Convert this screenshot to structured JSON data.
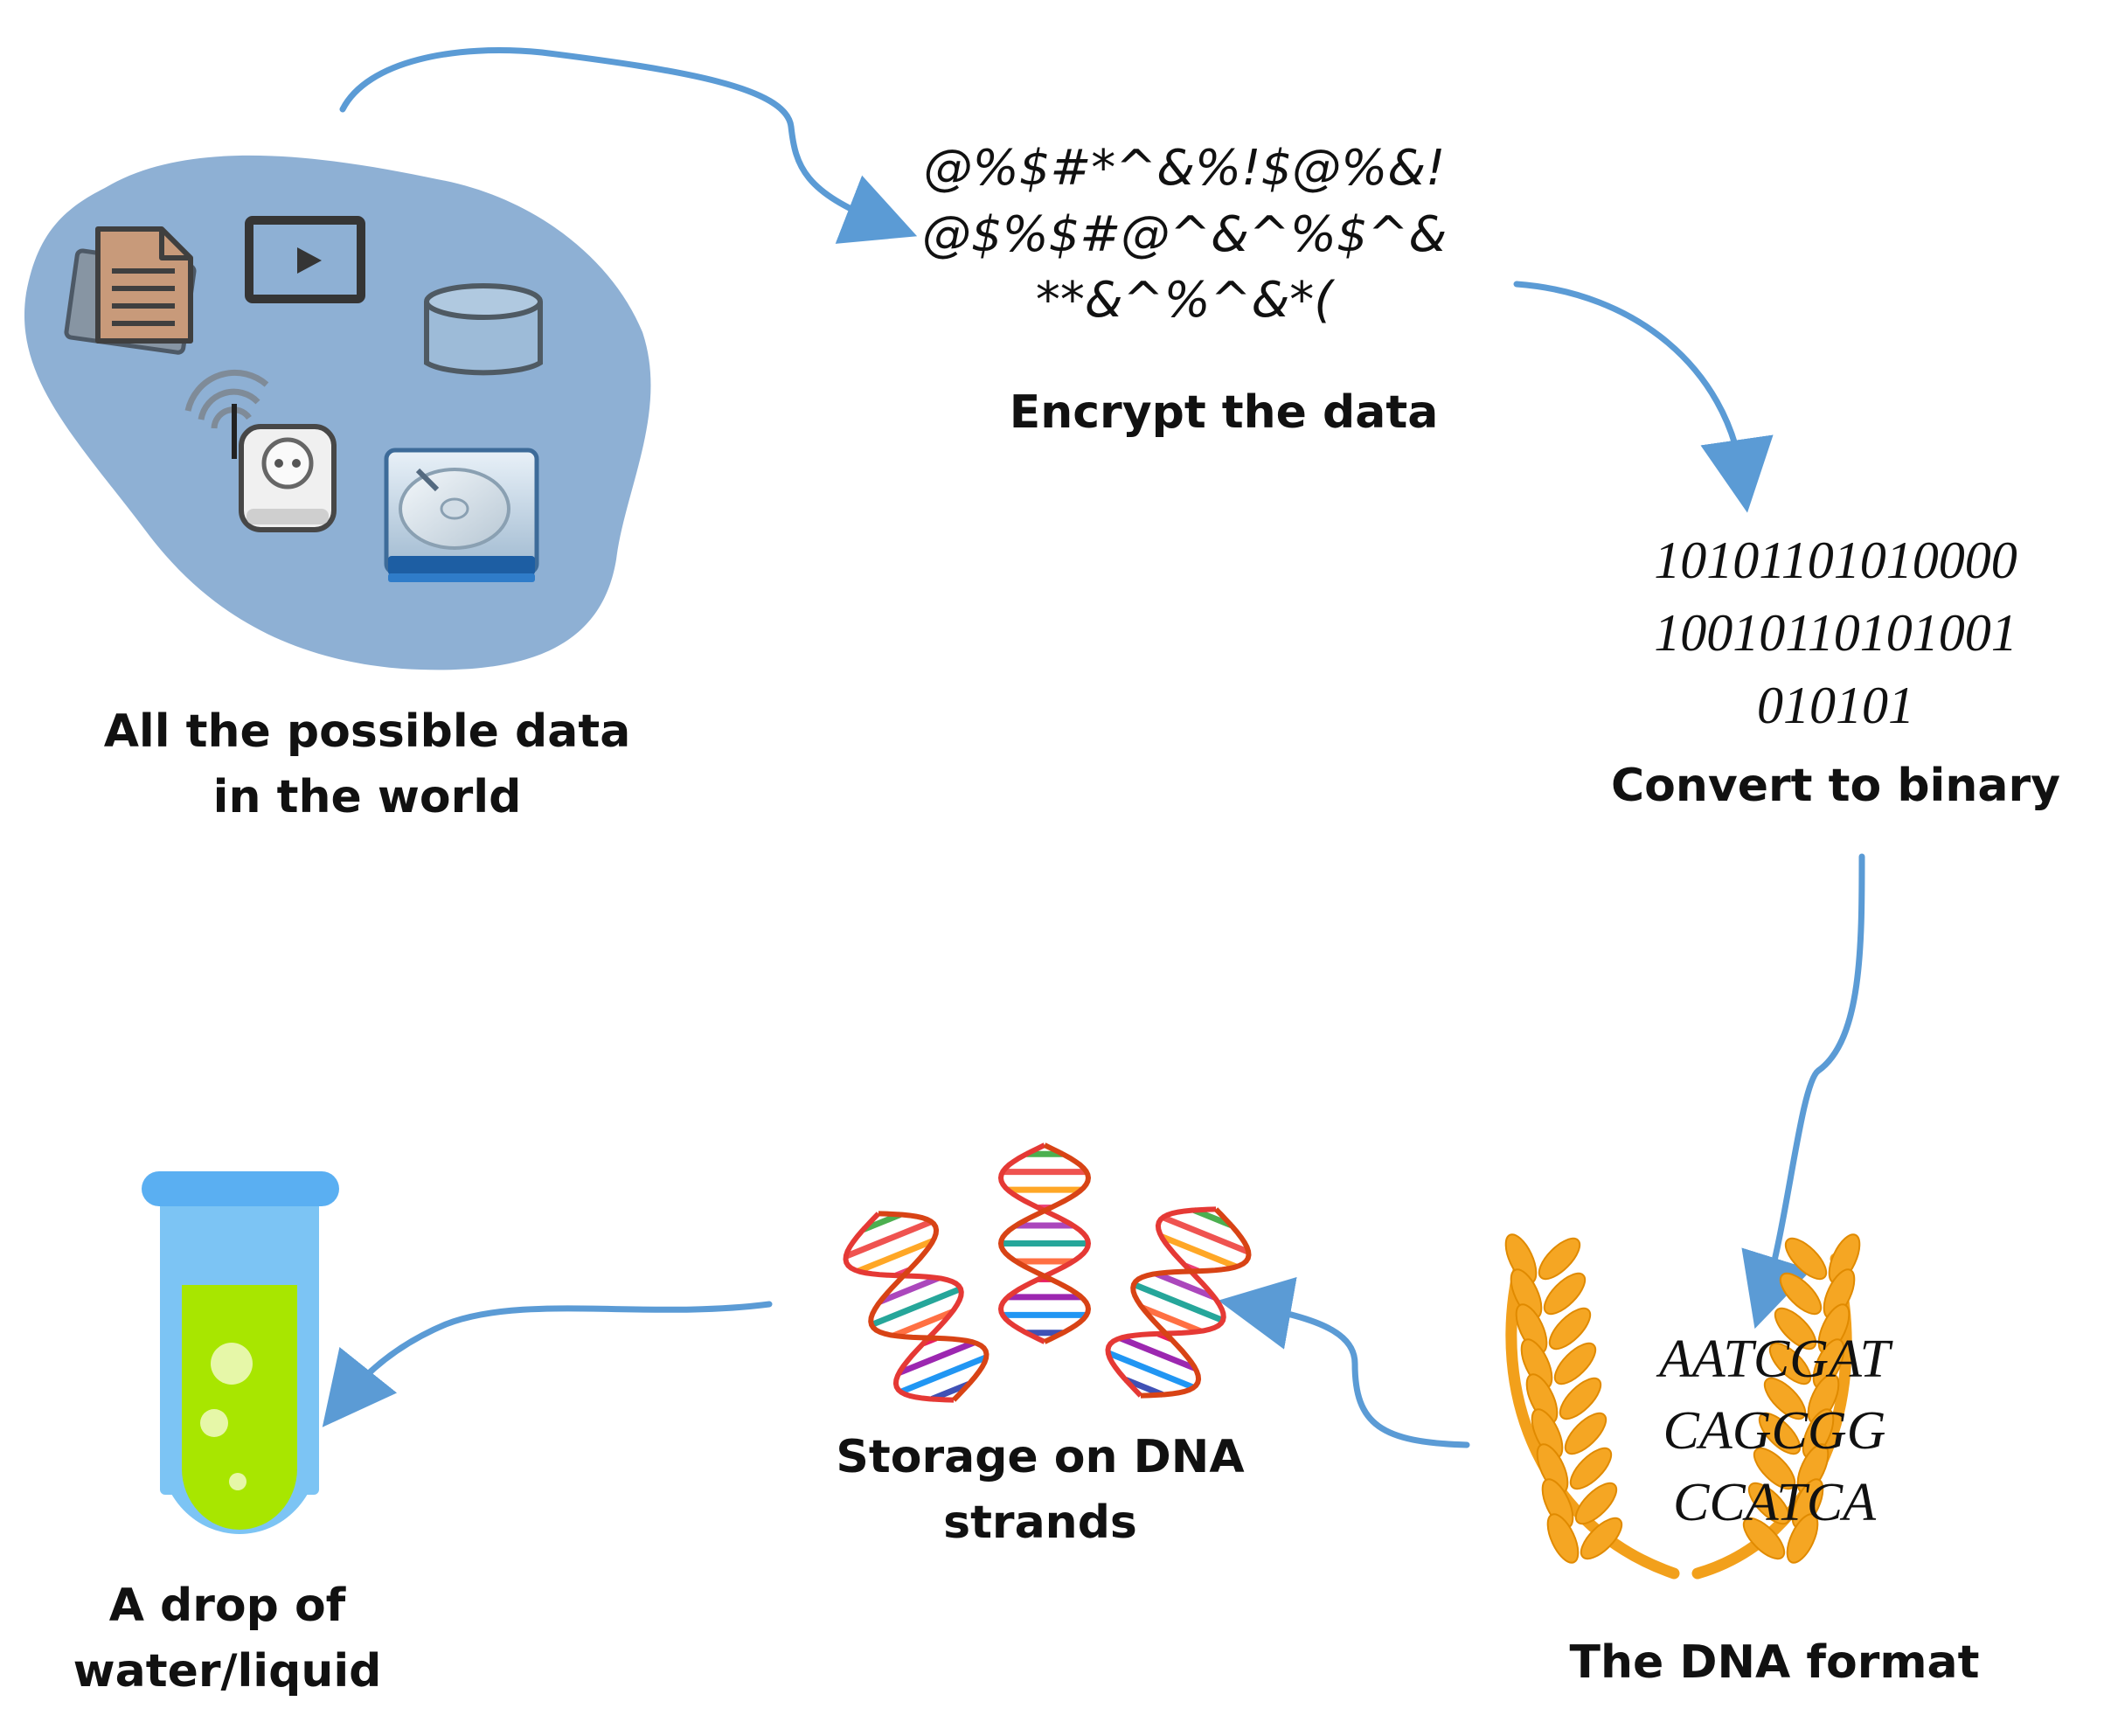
{
  "nodes": {
    "world": {
      "label_lines": [
        "All the possible data",
        "in the world"
      ]
    },
    "encrypt": {
      "code_lines": [
        "@%$#*^&%!$@%&!",
        "@$%$#@^&^%$^&",
        "**&^%^&*("
      ],
      "label": "Encrypt the data"
    },
    "binary": {
      "code_lines": [
        "10101101010000",
        "10010110101001",
        "010101"
      ],
      "label": "Convert to binary"
    },
    "dna_format": {
      "code_lines": [
        "AATCGAT",
        "CAGCGG",
        "CCATCA"
      ],
      "label": "The DNA format"
    },
    "dna_storage": {
      "label_lines": [
        "Storage on DNA",
        "strands"
      ]
    },
    "liquid": {
      "label_lines": [
        "A drop of",
        "water/liquid"
      ]
    }
  },
  "icons": [
    "document-icon",
    "video-play-icon",
    "database-icon",
    "wifi-plug-icon",
    "hard-drive-icon",
    "wheat-laurel-icon",
    "dna-helix-icon",
    "test-tube-icon"
  ],
  "colors": {
    "arrow": "#5b9bd5",
    "blob": "#8eb0d4",
    "wheat": "#f5a623",
    "tube_liquid": "#a8e600",
    "tube_glass": "#7cc4f4"
  }
}
